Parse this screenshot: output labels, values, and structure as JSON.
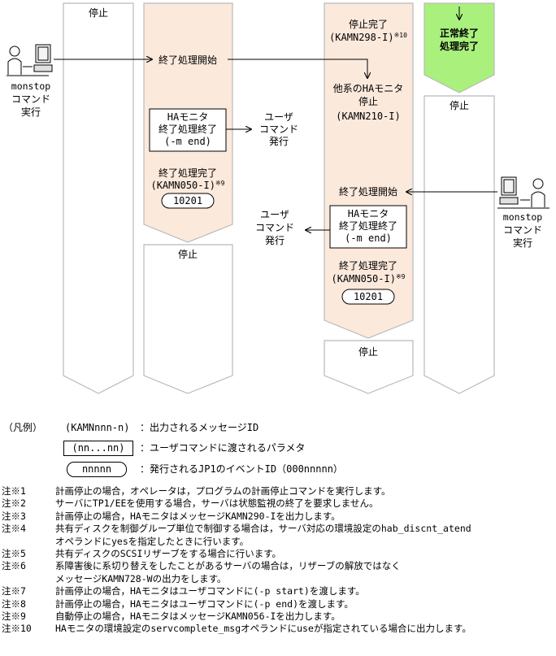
{
  "colors": {
    "lane_fill": "#fbe9dc",
    "lane_stroke": "#b9b9b9",
    "green_fill": "#aaf07d",
    "line": "#000000"
  },
  "icons": {
    "left_operator": "operator-workstation-icon",
    "right_operator": "operator-workstation-icon"
  },
  "lanes": {
    "lane1": {
      "stop_top": "停止"
    },
    "lane2": {
      "start": "終了処理開始",
      "ha_box": [
        "HAモニタ",
        "終了処理終了",
        "(-m end)"
      ],
      "user_cmd": [
        "ユーザ",
        "コマンド",
        "発行"
      ],
      "done": [
        "終了処理完了",
        "(KAMN050-I)"
      ],
      "done_note": "※9",
      "event_id": "10201",
      "stop": "停止"
    },
    "lane3": {
      "stop_done": [
        "停止完了",
        "(KAMN298-I)"
      ],
      "stop_done_note": "※10",
      "other_stop": [
        "他系のHAモニタ",
        "停止",
        "(KAMN210-I)"
      ],
      "start": "終了処理開始",
      "user_cmd": [
        "ユーザ",
        "コマンド",
        "発行"
      ],
      "ha_box": [
        "HAモニタ",
        "終了処理終了",
        "(-m end)"
      ],
      "done": [
        "終了処理完了",
        "(KAMN050-I)"
      ],
      "done_note": "※9",
      "event_id": "10201",
      "stop": "停止"
    },
    "lane4": {
      "normal_end": [
        "正常終了",
        "処理完了"
      ],
      "stop": "停止"
    }
  },
  "left_cmd": [
    "monstop",
    "コマンド",
    "実行"
  ],
  "right_cmd": [
    "monstop",
    "コマンド",
    "実行"
  ],
  "legend": {
    "title": "（凡例）",
    "msg_sample": "(KAMNnnn-n)",
    "msg_desc": "：出力されるメッセージID",
    "param_sample": "(nn...nn)",
    "param_desc": "：ユーザコマンドに渡されるパラメタ",
    "event_sample": "nnnnn",
    "event_desc": "：発行されるJP1のイベントID（000nnnnn）"
  },
  "notes": [
    {
      "label": "注※1",
      "lines": [
        "計画停止の場合，オペレータは，プログラムの計画停止コマンドを実行します。"
      ]
    },
    {
      "label": "注※2",
      "lines": [
        "サーバにTP1/EEを使用する場合，サーバは状態監視の終了を要求しません。"
      ]
    },
    {
      "label": "注※3",
      "lines": [
        "計画停止の場合，HAモニタはメッセージKAMN290-Iを出力します。"
      ]
    },
    {
      "label": "注※4",
      "lines": [
        "共有ディスクを制御グループ単位で制御する場合は，サーバ対応の環境設定のhab_discnt_atend",
        "オペランドにyesを指定したときに行います。"
      ]
    },
    {
      "label": "注※5",
      "lines": [
        "共有ディスクのSCSIリザーブをする場合に行います。"
      ]
    },
    {
      "label": "注※6",
      "lines": [
        "系障害後に系切り替えをしたことがあるサーバの場合は，リザーブの解放ではなく",
        "メッセージKAMN728-Wの出力をします。"
      ]
    },
    {
      "label": "注※7",
      "lines": [
        "計画停止の場合，HAモニタはユーザコマンドに(-p start)を渡します。"
      ]
    },
    {
      "label": "注※8",
      "lines": [
        "計画停止の場合，HAモニタはユーザコマンドに(-p end)を渡します。"
      ]
    },
    {
      "label": "注※9",
      "lines": [
        "自動停止の場合，HAモニタはメッセージKAMN056-Iを出力します。"
      ]
    },
    {
      "label": "注※10",
      "lines": [
        "HAモニタの環境設定のservcomplete_msgオペランドにuseが指定されている場合に出力します。"
      ]
    }
  ]
}
